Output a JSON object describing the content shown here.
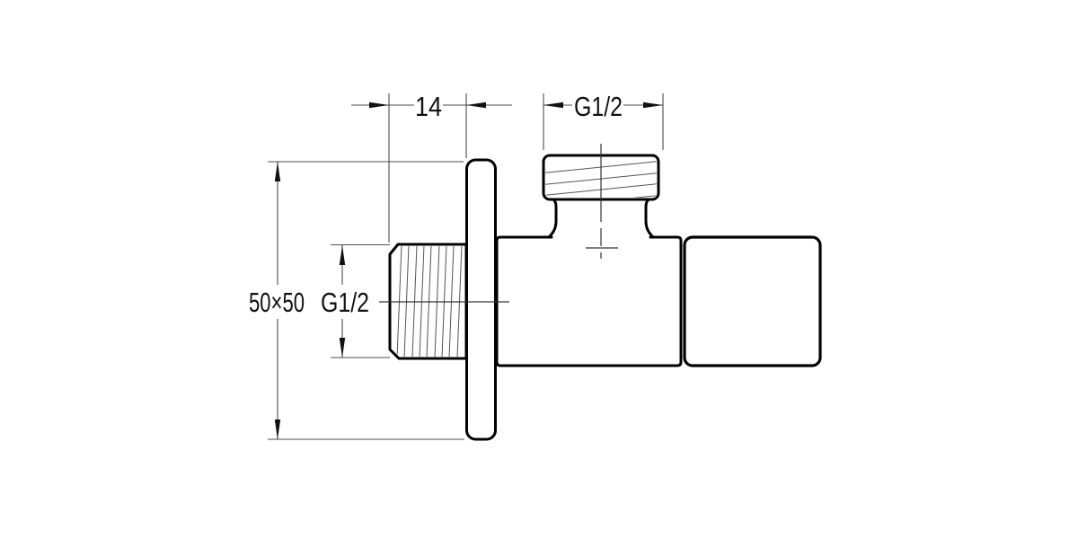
{
  "drawing": {
    "dimensions": {
      "plate_offset": {
        "label": "14"
      },
      "top_thread": {
        "label": "G1/2"
      },
      "plate_size": {
        "label": "50×50"
      },
      "inlet_thread": {
        "label": "G1/2"
      }
    },
    "colors": {
      "outline": "#000000",
      "dimension_lines": "#4d4d4d",
      "text": "#111111",
      "background": "#ffffff"
    }
  }
}
